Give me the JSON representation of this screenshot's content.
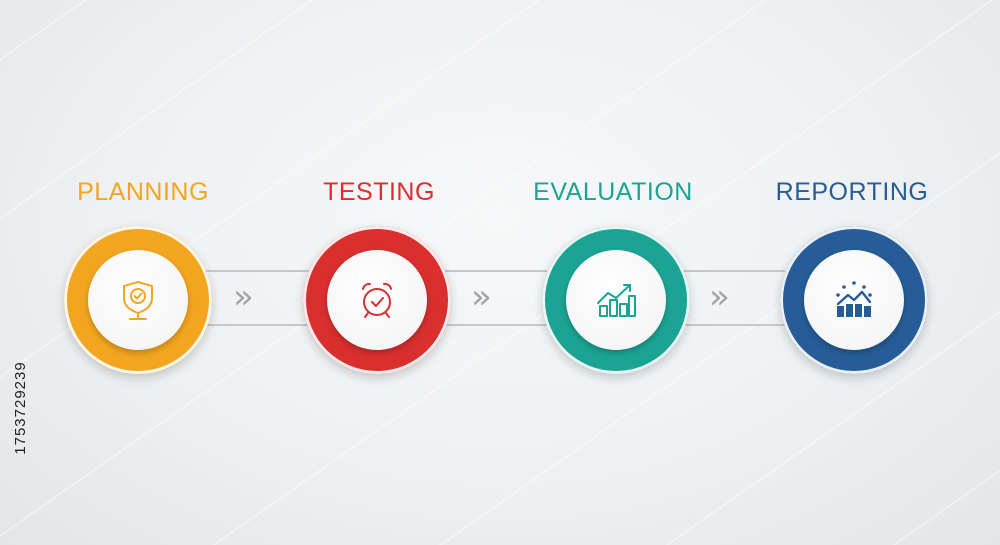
{
  "colors": {
    "planning": "#f2a51f",
    "testing": "#d92f2f",
    "evaluation": "#1ba493",
    "reporting": "#265d97",
    "connector": "#c4c8cc",
    "chevron": "#9ea3a8"
  },
  "steps": [
    {
      "label": "PLANNING",
      "icon": "shield-check-icon"
    },
    {
      "label": "TESTING",
      "icon": "alarm-clock-check-icon"
    },
    {
      "label": "EVALUATION",
      "icon": "bar-chart-trend-icon"
    },
    {
      "label": "REPORTING",
      "icon": "report-dashboard-icon"
    }
  ],
  "connectors": [
    "chevrons",
    "chevrons",
    "chevrons"
  ],
  "chevron_glyph": "»",
  "stock_id": "1753729239"
}
